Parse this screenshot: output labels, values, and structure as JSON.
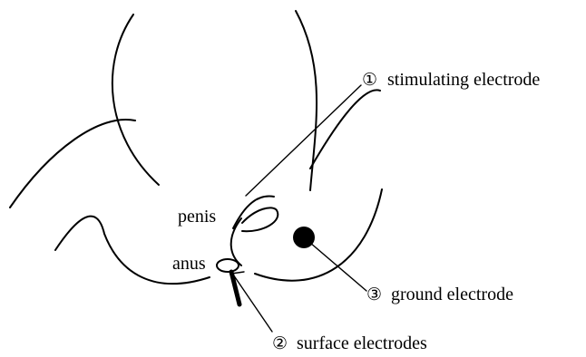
{
  "labels": {
    "stimulating": {
      "marker": "①",
      "text": "stimulating electrode"
    },
    "surface": {
      "marker": "②",
      "text": "surface electrodes"
    },
    "ground": {
      "marker": "③",
      "text": "ground electrode"
    },
    "penis": "penis",
    "anus": "anus"
  }
}
